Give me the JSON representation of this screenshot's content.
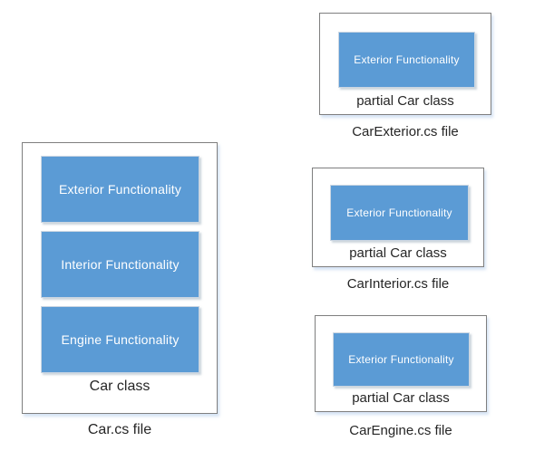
{
  "diagram": {
    "title_meaning": "C# partial class diagram",
    "car_file": {
      "caption": "Car.cs file",
      "class_label": "Car class",
      "blocks": [
        {
          "label": "Exterior Functionality"
        },
        {
          "label": "Interior Functionality"
        },
        {
          "label": "Engine Functionality"
        }
      ]
    },
    "partial_files": [
      {
        "caption": "CarExterior.cs file",
        "class_label": "partial Car class",
        "block_label": "Exterior Functionality"
      },
      {
        "caption": "CarInterior.cs file",
        "class_label": "partial Car class",
        "block_label": "Exterior Functionality"
      },
      {
        "caption": "CarEngine.cs file",
        "class_label": "partial Car class",
        "block_label": "Exterior Functionality"
      }
    ],
    "colors": {
      "block_fill": "#5b9bd5",
      "block_border": "#cbd6e2",
      "block_text": "#ffffff",
      "container_border": "#7f7f7f",
      "caption_text": "#262626",
      "background": "#ffffff"
    }
  }
}
